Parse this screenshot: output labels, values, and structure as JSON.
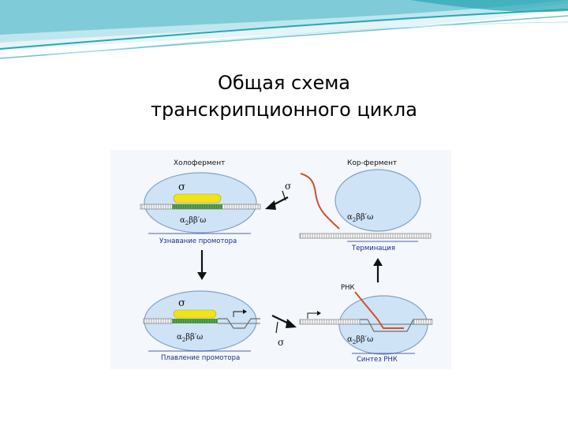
{
  "slide": {
    "title_line1": "Общая схема",
    "title_line2": "транскрипционного цикла"
  },
  "diagram": {
    "holoenzyme_label": "Холофермент",
    "core_enzyme_label": "Кор-фермент",
    "sigma": "σ",
    "subunits_prefix": "α",
    "subunits_sub": "2",
    "subunits_suffix": "ββ′ω",
    "rna_label": "РНК",
    "stage_promoter_recognition": "Узнавание промотора",
    "stage_promoter_melting": "Плавление промотора",
    "stage_rna_synthesis": "Синтез РНК",
    "stage_termination": "Терминация"
  },
  "colors": {
    "banner_teal": "#2aa6b4",
    "banner_light": "#bfe6ee",
    "enzyme_fill": "#cfe3f6",
    "enzyme_stroke": "#7fa3c8",
    "sigma_yellow": "#f2e21a",
    "promoter_green": "#3f8c3a",
    "rna_red": "#d05030",
    "stage_label_blue": "#1c2f88",
    "figure_bg": "#f4f7fb"
  }
}
